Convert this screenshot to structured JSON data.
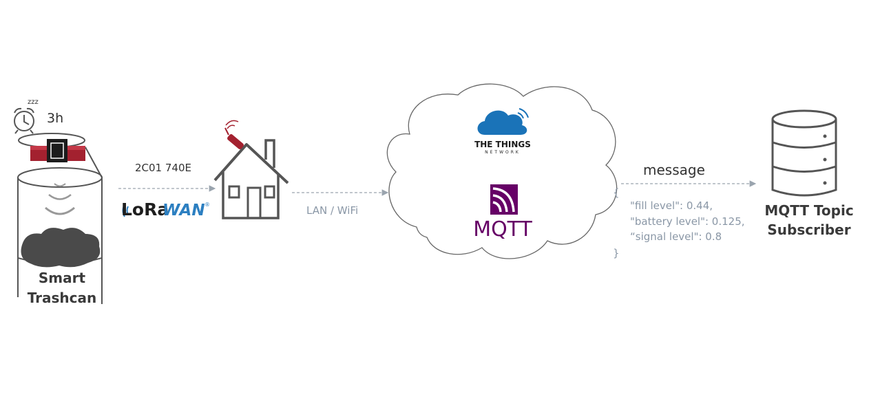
{
  "colors": {
    "outline": "#555555",
    "arrow": "#9aa4ae",
    "json_text": "#8a97a6",
    "ttn_blue": "#1a73b8",
    "mqtt_purple": "#660066",
    "chip_red": "#a3212f",
    "garbage_grey": "#4a4a4a"
  },
  "trashcan": {
    "sleep_glyph": "zzz",
    "sleep_duration": "3h",
    "label_line1": "Smart",
    "label_line2": "Trashcan"
  },
  "link_lorawan": {
    "payload": "2C01 740E",
    "logo_text_a": "LoRa",
    "logo_text_b": "WAN",
    "logo_mark": "®"
  },
  "link_lan": {
    "label": "LAN / WiFi"
  },
  "cloud": {
    "ttn_line1": "THE THINGS",
    "ttn_line2": "NETWORK",
    "mqtt_logo_text": "MQTT"
  },
  "message": {
    "title": "message",
    "open_brace": "{",
    "line1": "\"fill level\": 0.44,",
    "line2": "\"battery level\": 0.125,",
    "line3": "“signal level\": 0.8",
    "close_brace": "}"
  },
  "subscriber": {
    "label_line1": "MQTT Topic",
    "label_line2": "Subscriber"
  }
}
